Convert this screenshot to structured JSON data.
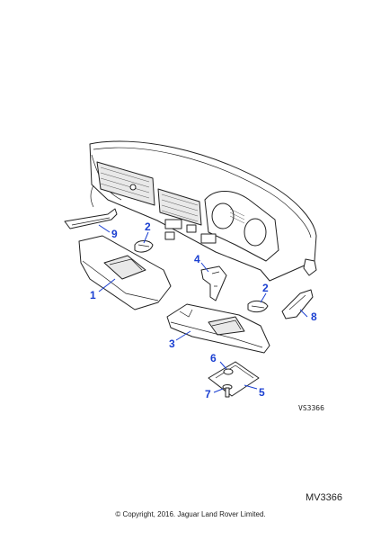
{
  "diagram": {
    "callouts": {
      "c1": "1",
      "c2a": "2",
      "c2b": "2",
      "c3": "3",
      "c4": "4",
      "c5": "5",
      "c6": "6",
      "c7": "7",
      "c8": "8",
      "c9": "9"
    },
    "ref_small": "VS3366",
    "ref_large": "MV3366",
    "copyright": "© Copyright, 2016. Jaguar Land Rover Limited.",
    "accent_color": "#1a3fd1"
  }
}
